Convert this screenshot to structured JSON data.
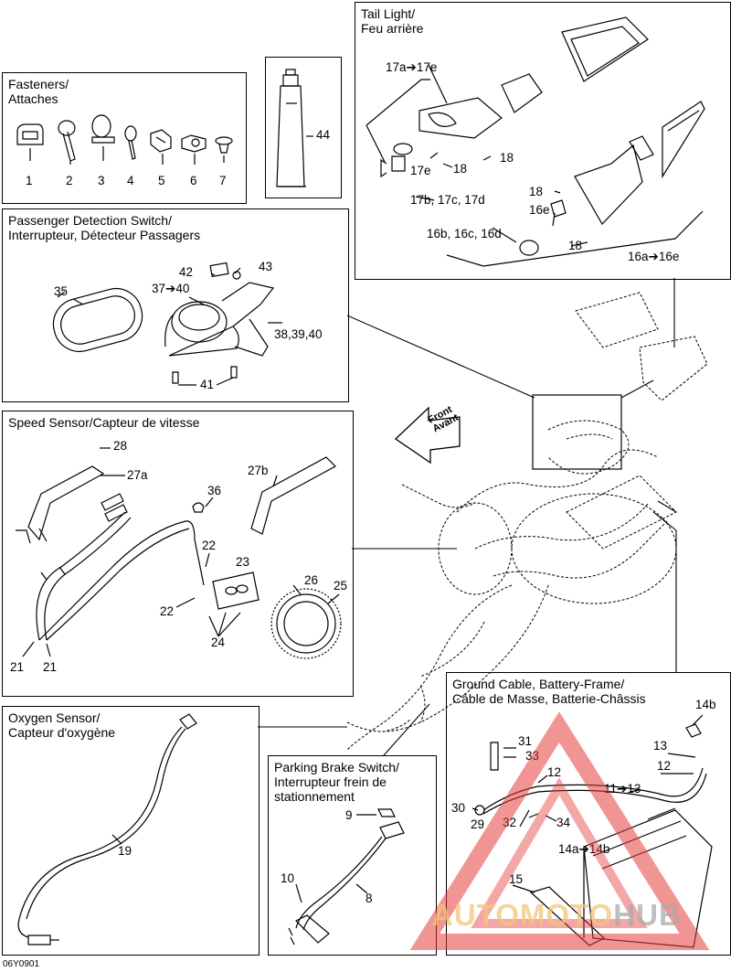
{
  "panels": {
    "fasteners": {
      "title_1": "Fasteners/",
      "title_2": "Attaches"
    },
    "passenger": {
      "title_1": "Passenger Detection Switch/",
      "title_2": "Interrupteur, Détecteur Passagers"
    },
    "speed": {
      "title_1": "Speed Sensor/Capteur de vitesse"
    },
    "oxygen": {
      "title_1": "Oxygen Sensor/",
      "title_2": "Capteur d'oxygène"
    },
    "parking": {
      "title_1": "Parking Brake Switch/",
      "title_2": "Interrupteur frein de",
      "title_3": "stationnement"
    },
    "ground": {
      "title_1": "Ground Cable, Battery-Frame/",
      "title_2": "Câble de Masse, Batterie-Châssis"
    },
    "tail": {
      "title_1": "Tail Light/",
      "title_2": "Feu arrière"
    }
  },
  "front_arrow": {
    "line1": "Front",
    "line2": "Avant"
  },
  "labels": {
    "f1": "1",
    "f2": "2",
    "f3": "3",
    "f4": "4",
    "f5": "5",
    "f6": "6",
    "f7": "7",
    "f44": "44",
    "p35": "35",
    "p42": "42",
    "p43": "43",
    "p37": "37➔40",
    "p38": "38,39,40",
    "p41": "41",
    "s28": "28",
    "s27a": "27a",
    "s27b": "27b",
    "s36": "36",
    "s22a": "22",
    "s23": "23",
    "s22b": "22",
    "s26": "26",
    "s25": "25",
    "s24": "24",
    "s21a": "21",
    "s21b": "21",
    "o19": "19",
    "b9": "9",
    "b10": "10",
    "b8": "8",
    "g31": "31",
    "g33": "33",
    "g12a": "12",
    "g14b": "14b",
    "g13": "13",
    "g12b": "12",
    "g11": "11➔13",
    "g30": "30",
    "g29": "29",
    "g32": "32",
    "g34": "34",
    "g14a": "14a➔14b",
    "g15": "15",
    "t17a": "17a➔17e",
    "t18a": "18",
    "t17e": "17e",
    "t18b": "18",
    "t17b": "17b, 17c, 17d",
    "t18c": "18",
    "t16e": "16e",
    "t16b": "16b, 16c, 16d",
    "t18d": "18",
    "t16a": "16a➔16e"
  },
  "diagram_code": "06Y0901",
  "watermark": {
    "part1": "AUTOMOTO",
    "part2": "HUB"
  }
}
